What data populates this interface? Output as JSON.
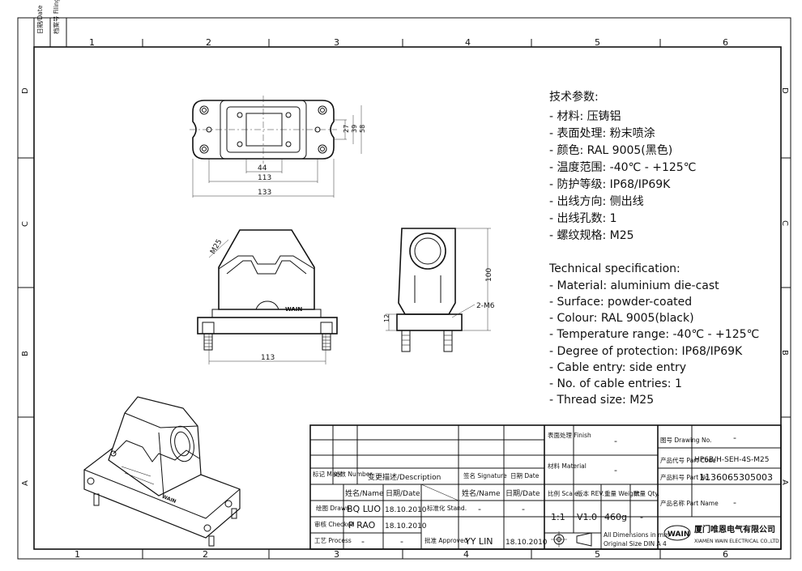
{
  "margin_left": {
    "date_label": "日期/Date",
    "filing_label": "档案号 Filing Clerk"
  },
  "grid": {
    "columns": [
      "1",
      "2",
      "3",
      "4",
      "5",
      "6"
    ],
    "rows": [
      "D",
      "C",
      "B",
      "A"
    ]
  },
  "top_view": {
    "dims": [
      "44",
      "113",
      "133",
      "27",
      "39",
      "58"
    ]
  },
  "front_view": {
    "thread_label": "M25",
    "brand": "WAIN",
    "dims": [
      "113",
      "12"
    ]
  },
  "side_view": {
    "dims": [
      "100"
    ],
    "screw_label": "2-M6"
  },
  "iso_view": {
    "brand": "WAIN"
  },
  "spec_cn": {
    "title": "技术参数:",
    "items": [
      "- 材料: 压铸铝",
      "- 表面处理: 粉末喷涂",
      "- 颜色: RAL 9005(黑色)",
      "- 温度范围: -40℃ - +125℃",
      "- 防护等级: IP68/IP69K",
      "- 出线方向: 侧出线",
      "- 出线孔数: 1",
      "- 螺纹规格: M25"
    ]
  },
  "spec_en": {
    "title": "Technical specification:",
    "items": [
      "- Material: aluminium die-cast",
      "- Surface: powder-coated",
      "- Colour: RAL 9005(black)",
      "- Temperature range: -40℃ - +125℃",
      "- Degree of protection: IP68/IP69K",
      "- Cable entry: side entry",
      "- No. of cable entries: 1",
      "- Thread size: M25"
    ]
  },
  "title_block": {
    "rev_headers": {
      "mark": "标记 Mark",
      "number": "处数 Number",
      "description": "变更描述/Description",
      "signature": "签名 Signature",
      "date": "日期 Date"
    },
    "sign_headers": {
      "name": "姓名/Name",
      "date": "日期/Date",
      "std": "标准化 Stand.",
      "name2": "姓名/Name",
      "date2": "日期/Date"
    },
    "drawn": {
      "label": "绘图 Drawn",
      "name": "BQ LUO",
      "date": "18.10.2010",
      "std_val": "-",
      "d": "-"
    },
    "checked": {
      "label": "审核 Checked",
      "name": "P RAO",
      "date": "18.10.2010"
    },
    "process": {
      "label": "工艺 Process",
      "name": "-",
      "date": "-",
      "approved_label": "批准 Approved",
      "approved_name": "YY LIN",
      "approved_date": "18.10.2010"
    },
    "finish": {
      "label": "表面处理 Finish",
      "value": "-"
    },
    "material": {
      "label": "材料 Material",
      "value": "-"
    },
    "scale": {
      "label": "比例 Scale",
      "value": "1:1"
    },
    "rev": {
      "label": "版本 REV.",
      "value": "V1.0"
    },
    "weight": {
      "label": "重量 Weight",
      "value": "460g"
    },
    "qty": {
      "label": "数量 Qty.",
      "value": "-"
    },
    "dims_note": [
      "All Dimensions in mm",
      "Original Size DIN A 4"
    ],
    "drawing_no": {
      "label": "图号 Drawing No.",
      "value": "-"
    },
    "part_code": {
      "label": "产品代号 Part Code",
      "value": "HP6B/H-SEH-4S-M25"
    },
    "part_no": {
      "label": "产品料号 Part No.",
      "value": "1136065305003"
    },
    "part_name": {
      "label": "产品名称 Part Name",
      "value": "-"
    },
    "company_cn": "厦门唯恩电气有限公司",
    "company_en": "XIAMEN WAIN ELECTRICAL CO.,LTD",
    "logo": "WAIN"
  }
}
